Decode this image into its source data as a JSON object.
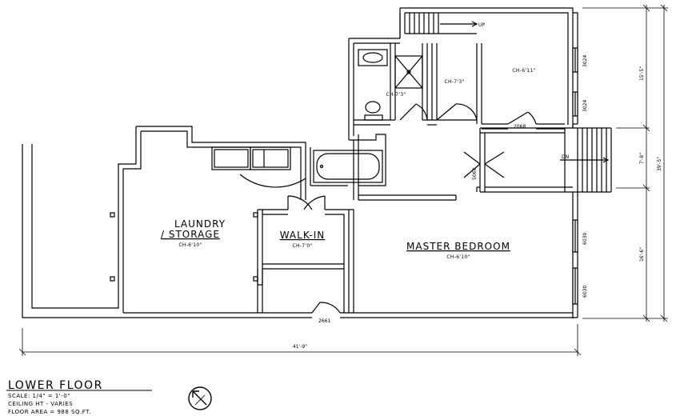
{
  "rooms": {
    "laundry_line1": "LAUNDRY",
    "laundry_line2": "/ STORAGE",
    "laundry_ch": "CH-6'10\"",
    "walkin": "WALK-IN",
    "walkin_ch": "CH-7'0\"",
    "master": "MASTER BEDROOM",
    "master_ch": "CH-6'10\"",
    "bath_ch": "CH-7'3\"",
    "closet_ch": "CH-7'3\"",
    "upper_ch": "CH-6'11\""
  },
  "doors": {
    "d1": "2068",
    "d2": "2661",
    "d3": "5068"
  },
  "windows": {
    "w1": "3024",
    "w2": "3024",
    "w3": "6030",
    "w4": "6030"
  },
  "stairs": {
    "up": "UP",
    "down": "DN"
  },
  "dimensions": {
    "overall_width": "41'-9\"",
    "right_seg1": "15'-5\"",
    "right_seg2": "7'-8\"",
    "right_seg3": "16'-6\"",
    "right_total": "39'-5\""
  },
  "title_block": {
    "title": "LOWER FLOOR",
    "scale": "SCALE: 1/4\" = 1'-0\"",
    "ceiling": "CEILING HT - VARIES",
    "area": "FLOOR AREA = 988 SQ.FT."
  },
  "north_arrow_icon": "north-arrow-icon"
}
